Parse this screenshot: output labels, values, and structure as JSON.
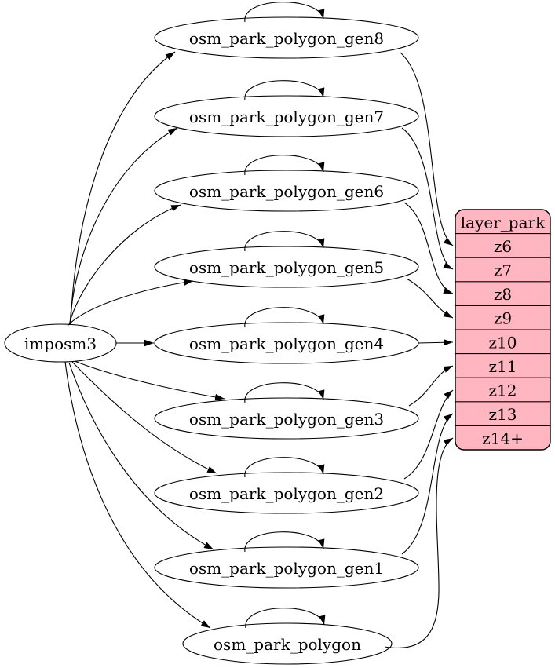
{
  "diagram": {
    "kind": "graphviz-dependency-graph",
    "source_node": {
      "id": "imposm3",
      "label": "imposm3"
    },
    "table_nodes": [
      {
        "id": "osm_park_polygon_gen8",
        "label": "osm_park_polygon_gen8"
      },
      {
        "id": "osm_park_polygon_gen7",
        "label": "osm_park_polygon_gen7"
      },
      {
        "id": "osm_park_polygon_gen6",
        "label": "osm_park_polygon_gen6"
      },
      {
        "id": "osm_park_polygon_gen5",
        "label": "osm_park_polygon_gen5"
      },
      {
        "id": "osm_park_polygon_gen4",
        "label": "osm_park_polygon_gen4"
      },
      {
        "id": "osm_park_polygon_gen3",
        "label": "osm_park_polygon_gen3"
      },
      {
        "id": "osm_park_polygon_gen2",
        "label": "osm_park_polygon_gen2"
      },
      {
        "id": "osm_park_polygon_gen1",
        "label": "osm_park_polygon_gen1"
      },
      {
        "id": "osm_park_polygon",
        "label": "osm_park_polygon"
      }
    ],
    "layer_table": {
      "id": "layer_park",
      "title": "layer_park",
      "rows": [
        "z6",
        "z7",
        "z8",
        "z9",
        "z10",
        "z11",
        "z12",
        "z13",
        "z14+"
      ]
    },
    "edges": {
      "from_source_to": [
        "osm_park_polygon_gen8",
        "osm_park_polygon_gen7",
        "osm_park_polygon_gen6",
        "osm_park_polygon_gen5",
        "osm_park_polygon_gen4",
        "osm_park_polygon_gen3",
        "osm_park_polygon_gen2",
        "osm_park_polygon_gen1",
        "osm_park_polygon"
      ],
      "self_loops": [
        "osm_park_polygon_gen8",
        "osm_park_polygon_gen7",
        "osm_park_polygon_gen6",
        "osm_park_polygon_gen5",
        "osm_park_polygon_gen4",
        "osm_park_polygon_gen3",
        "osm_park_polygon_gen2",
        "osm_park_polygon_gen1",
        "osm_park_polygon"
      ],
      "to_layer_rows": [
        {
          "from": "osm_park_polygon_gen8",
          "row": "z6"
        },
        {
          "from": "osm_park_polygon_gen7",
          "row": "z7"
        },
        {
          "from": "osm_park_polygon_gen6",
          "row": "z8"
        },
        {
          "from": "osm_park_polygon_gen5",
          "row": "z9"
        },
        {
          "from": "osm_park_polygon_gen4",
          "row": "z10"
        },
        {
          "from": "osm_park_polygon_gen3",
          "row": "z11"
        },
        {
          "from": "osm_park_polygon_gen2",
          "row": "z12"
        },
        {
          "from": "osm_park_polygon_gen1",
          "row": "z13"
        },
        {
          "from": "osm_park_polygon",
          "row": "z14+"
        }
      ]
    },
    "colors": {
      "canvas_background": "#ffffff",
      "node_fill": "#ffffff",
      "layer_table_fill": "#ffb6c1",
      "stroke": "#000000"
    }
  }
}
